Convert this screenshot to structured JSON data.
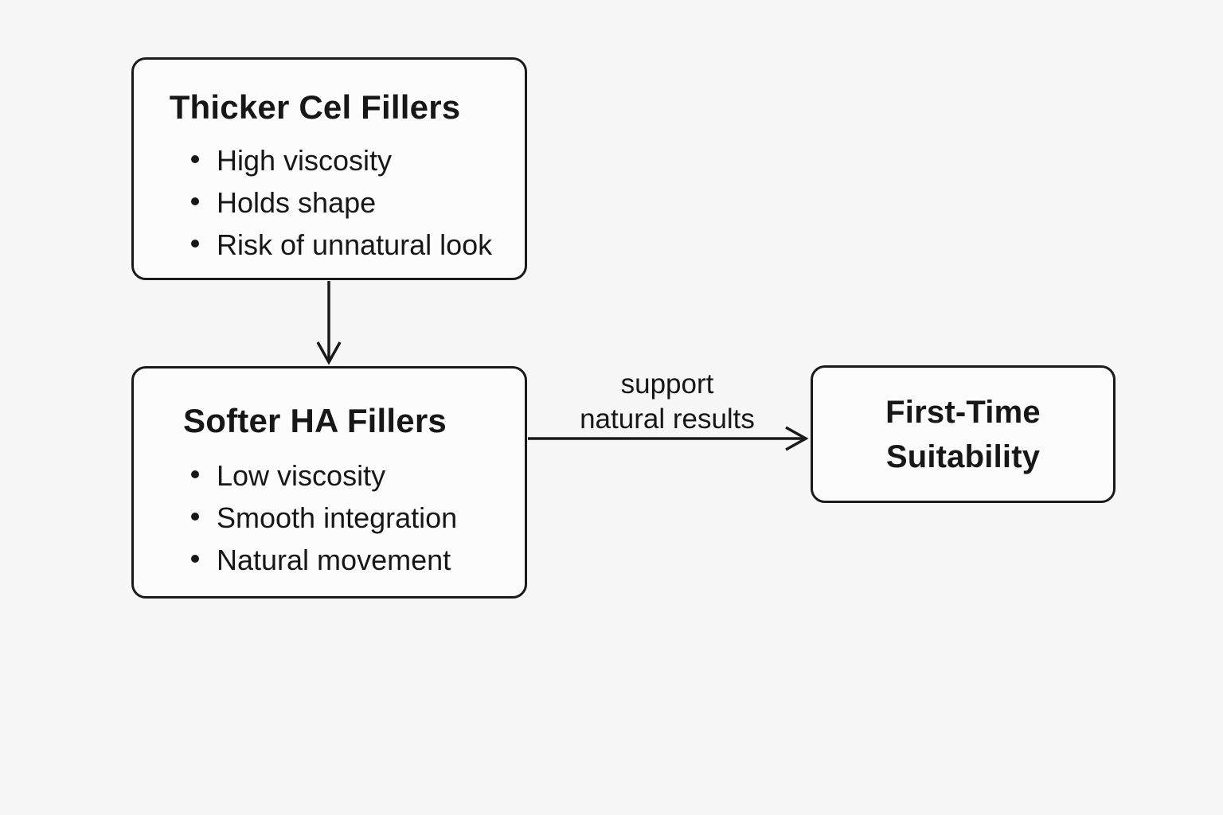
{
  "colors": {
    "background": "#f7f7f8",
    "node_fill": "#fcfcfc",
    "stroke": "#1a1a1a",
    "text": "#171717"
  },
  "diagram": {
    "nodes": [
      {
        "title": "Thicker Cel Fillers",
        "bullets": [
          "High viscosity",
          "Holds shape",
          "Risk of unnatural look"
        ]
      },
      {
        "title": "Softer HA Fillers",
        "bullets": [
          "Low viscosity",
          "Smooth integration",
          "Natural movement"
        ]
      },
      {
        "title_line1": "First-Time",
        "title_line2": "Suitability"
      }
    ],
    "edges": [
      {
        "from": "Thicker Cel Fillers",
        "to": "Softer HA Fillers",
        "label": ""
      },
      {
        "from": "Softer HA Fillers",
        "to": "First-Time Suitability",
        "label_line1": "support",
        "label_line2": "natural results"
      }
    ]
  }
}
